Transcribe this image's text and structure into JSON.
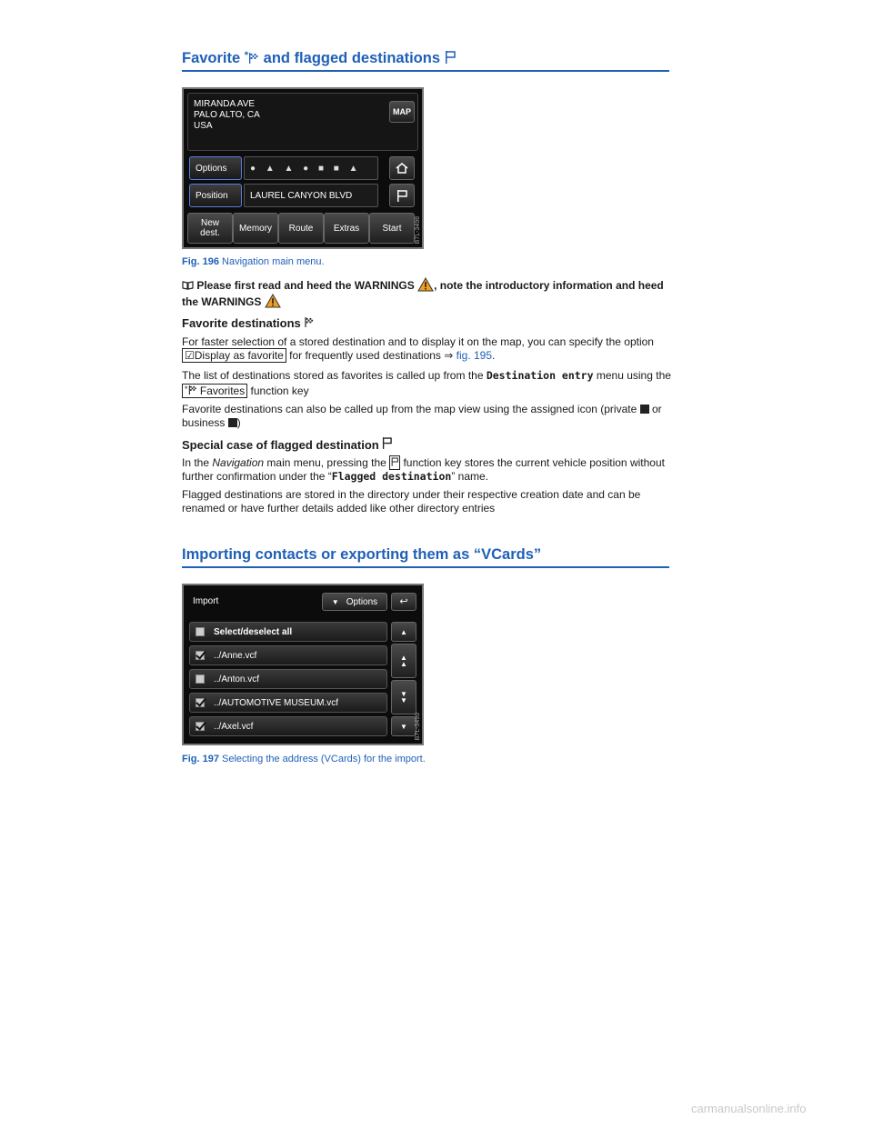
{
  "section1": {
    "title_pre": "Favorite ",
    "title_star": "*",
    "title_mid": " and flagged destinations ",
    "fig1": {
      "address_line1": "MIRANDA AVE",
      "address_line2": "PALO ALTO, CA",
      "address_line3": "USA",
      "map_label": "MAP",
      "options_label": "Options",
      "position_label": "Position",
      "position_value": "LAUREL CANYON BLVD",
      "bottom_buttons": [
        "New\ndest.",
        "Memory",
        "Route",
        "Extras",
        "Start"
      ],
      "side_code": "B7L-3498"
    },
    "fig1_caption_num": "Fig. 196",
    "fig1_caption_text": "Navigation main menu.",
    "warn_line1": "Please first read and heed the WARNINGS",
    "warn_line1b": ", note the introductory information and heed",
    "warn_line2": "the WARNINGS",
    "fav_heading": "Favorite destinations ",
    "fav_p1a": "For faster selection of a stored destination and to display it on the map, you can specify the option",
    "fav_p1_key": "Display as favorite",
    "fav_p1b": " for frequently used destinations ",
    "fav_p1_arrow": "⇒",
    "fav_p1_link": "fig. 195",
    "fav_p1_end": ".",
    "fav_p2a": "The list of destinations stored as favorites is called up from the ",
    "fav_p2_mono": "Destination entry",
    "fav_p2b": " menu using the",
    "fav_p2_key": "Favorites",
    "fav_p2c": " function key",
    "fav_p3a": "Favorite destinations can also be called up from the map view using the assigned icon (private",
    "fav_p3b": " or",
    "fav_p3c": "business",
    "fav_p3d": ")",
    "flag_heading": "Special case of flagged destination ",
    "flag_p1a": "In the ",
    "flag_p1_italic": "Navigation",
    "flag_p1b": " main menu, pressing the ",
    "flag_p1c": " function key stores the current vehicle position without",
    "flag_p1d": "further confirmation under the “",
    "flag_p1_mono": "Flagged destination",
    "flag_p1e": "” name.",
    "flag_p2a": "Flagged destinations are stored in the directory under their respective creation date and can be",
    "flag_p2b": "renamed or have further details added like other directory entries"
  },
  "section2": {
    "title": "Importing contacts or exporting them as “VCards”",
    "fig2": {
      "header_label": "Import",
      "options_label": "Options",
      "rows": [
        {
          "label": "Select/deselect all",
          "checked": false
        },
        {
          "label": "../Anne.vcf",
          "checked": true
        },
        {
          "label": "../Anton.vcf",
          "checked": false
        },
        {
          "label": "../AUTOMOTIVE MUSEUM.vcf",
          "checked": true
        },
        {
          "label": "../Axel.vcf",
          "checked": true
        }
      ],
      "side_code": "B7L-3499"
    },
    "fig2_caption_num": "Fig. 197",
    "fig2_caption_text": "Selecting the address (VCards) for the import."
  },
  "watermark": "carmanualsonline.info",
  "colors": {
    "heading_blue": "#1f5fb8",
    "warning_orange": "#f0a020"
  }
}
